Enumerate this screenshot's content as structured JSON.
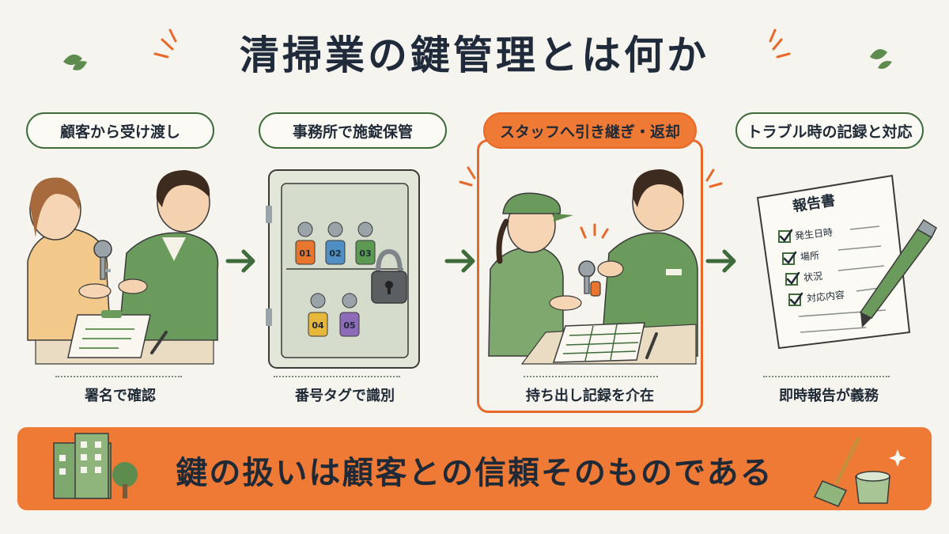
{
  "title": "清掃業の鍵管理とは何か",
  "steps": [
    {
      "label": "顧客から受け渡し",
      "caption": "署名で確認"
    },
    {
      "label": "事務所で施錠保管",
      "caption": "番号タグで識別"
    },
    {
      "label": "スタッフへ引き継ぎ・返却",
      "caption": "持ち出し記録を介在"
    },
    {
      "label": "トラブル時の記録と対応",
      "caption": "即時報告が義務"
    }
  ],
  "key_tags": [
    "01",
    "02",
    "03",
    "04",
    "05"
  ],
  "report": {
    "title": "報告書",
    "items": [
      "発生日時",
      "場所",
      "状況",
      "対応内容"
    ]
  },
  "banner": "鍵の扱いは顧客との信頼そのものである",
  "colors": {
    "accent": "#ef7a36",
    "green": "#3d6b3a",
    "background": "#f6f4ee"
  }
}
